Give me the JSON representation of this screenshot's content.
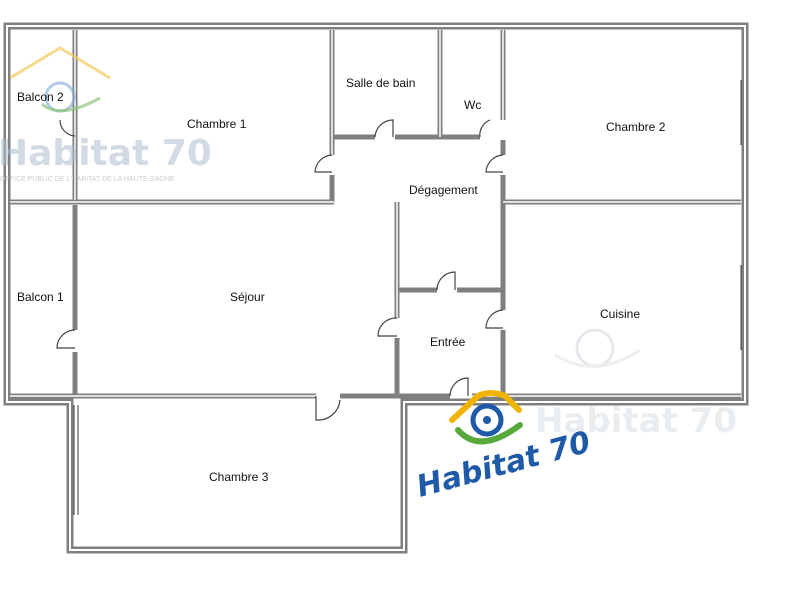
{
  "rooms": {
    "balcon2": "Balcon 2",
    "chambre1": "Chambre 1",
    "salle_de_bain": "Salle de bain",
    "wc": "Wc",
    "chambre2": "Chambre 2",
    "degagement": "Dégagement",
    "balcon1": "Balcon 1",
    "sejour": "Séjour",
    "cuisine": "Cuisine",
    "entree": "Entrée",
    "chambre3": "Chambre 3"
  },
  "logo": {
    "brand": "Habitat 70",
    "watermark_text": "Habitat 70",
    "watermark_tagline": "OFFICE PUBLIC DE L'HABITAT DE LA HAUTE-SAÔNE"
  },
  "colors": {
    "wall_outer": "#7f7f7f",
    "wall_inner": "#ffffff",
    "logo_blue": "#1e5aa8",
    "logo_green": "#58a83c",
    "logo_yellow": "#f0b400",
    "watermark": "#c9d4dc"
  }
}
